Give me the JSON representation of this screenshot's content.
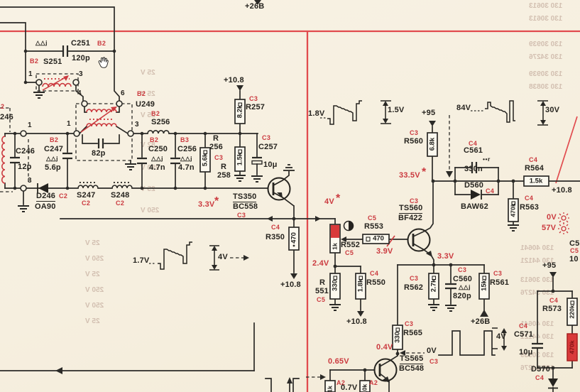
{
  "title": "TV chassis service schematic (scanned page detail)",
  "c": {
    "C251": {
      "ref": "C251",
      "zone": "B2",
      "value": "120p",
      "tol": "△△j"
    },
    "S251": {
      "ref": "S251",
      "zone": "B2"
    },
    "U249": {
      "ref": "U249",
      "zone": "B2",
      "cap": "82p"
    },
    "S256": {
      "ref": "S256",
      "zone": "B2"
    },
    "C250": {
      "ref": "C250",
      "zone": "B2",
      "value": "4.7n",
      "tol": "△△j"
    },
    "C256": {
      "ref": "C256",
      "zone": "B3",
      "value": "4.7n",
      "tol": "△△j"
    },
    "R256": {
      "ref": "R",
      "num": "256",
      "zone": "C3",
      "value": "5.6k"
    },
    "R257": {
      "ref": "R257",
      "zone": "C3",
      "value": "8.2k"
    },
    "R258": {
      "ref": "R",
      "num": "258",
      "value": "1.5k"
    },
    "C257": {
      "ref": "C257",
      "zone": "C3",
      "value": "10μ"
    },
    "C246": {
      "ref": "C246",
      "value": "12p"
    },
    "C247": {
      "ref": "C247",
      "zone": "B2",
      "value": "5.6p",
      "tol": "△△j"
    },
    "D246": {
      "ref": "D246",
      "zone": "C2",
      "type": "OA90"
    },
    "S247": {
      "ref": "S247",
      "zone": "C2"
    },
    "S248": {
      "ref": "S248",
      "zone": "C2"
    },
    "TS350": {
      "ref": "TS350",
      "zone": "C3",
      "type": "BC558"
    },
    "R350": {
      "ref": "R350",
      "zone": "C4",
      "value": "470"
    },
    "R552": {
      "ref": "R552",
      "zone": "C5",
      "value": "1k"
    },
    "R553": {
      "ref": "R553",
      "zone": "C5",
      "value": "470"
    },
    "R551": {
      "ref": "R",
      "num": "551",
      "zone": "C5",
      "value": "330"
    },
    "R550": {
      "ref": "R550",
      "zone": "C4",
      "value": "1.8k"
    },
    "R560": {
      "ref": "R560",
      "zone": "C3",
      "value": "6.8k"
    },
    "TS560": {
      "ref": "TS560",
      "zone": "C3",
      "type": "BF422"
    },
    "C561": {
      "ref": "C561",
      "zone": "C4",
      "value": "330n",
      "tol": "••r"
    },
    "D560": {
      "ref": "D560",
      "zone": "C4",
      "type": "BAW62"
    },
    "R564": {
      "ref": "R564",
      "zone": "C4",
      "value": "1.5k"
    },
    "R563": {
      "ref": "R563",
      "zone": "C4",
      "value": "470k"
    },
    "R562": {
      "ref": "R562",
      "zone": "C3",
      "value": "2.7k"
    },
    "C560": {
      "ref": "C560",
      "zone": "C3",
      "value": "820p",
      "tol": "△△j"
    },
    "R561": {
      "ref": "R561",
      "zone": "C3",
      "value": "15k"
    },
    "R565": {
      "ref": "R565",
      "zone": "C3",
      "value": "330"
    },
    "TS565": {
      "ref": "TS565",
      "zone": "C3",
      "type": "BC548"
    },
    "R573": {
      "ref": "R573",
      "zone": "C4",
      "value": "220k"
    },
    "R570": {
      "value": "470k"
    },
    "C571": {
      "ref": "C571",
      "zone": "C4",
      "value": "10μ"
    },
    "D570": {
      "ref": "D570",
      "zone": "C4"
    },
    "RA1": {
      "zone": "A2",
      "value": "1k"
    },
    "RA2": {
      "zone": "A2",
      "value": "10k"
    }
  },
  "p": {
    "s251": [
      "1",
      "3"
    ],
    "u249t": [
      "4",
      "6"
    ],
    "u249b": [
      "1",
      "3"
    ],
    "left": [
      "1",
      "3"
    ]
  },
  "s": {
    "v108": "+10.8",
    "v26b": "+26B",
    "v95": "+95"
  },
  "v": {
    "v33": "3.3V",
    "v4": "4V",
    "v24": "2.4V",
    "v39": "3.9V",
    "v335": "33.5V",
    "v04": "0.4V",
    "v065": "0.65V",
    "v0": "0V",
    "v57": "57V"
  },
  "w": {
    "w1l": "1.8V",
    "w1a": "1.5V",
    "w2l": "84V",
    "w2a": "30V",
    "w3l": "1.7V",
    "w3a": "4V",
    "w4a": "4V",
    "w5l": "0.7V"
  },
  "t": {
    "star": "*"
  },
  "cut": {
    "zone2": "2",
    "n246": "246",
    "c5": "C5",
    "c5z": "C5",
    "c10": "10"
  },
  "colors": {
    "schematic_red": "#cb3a3f",
    "grid_red": "#e14b4e",
    "highlight_red": "#d93a3a",
    "ink": "#26241f",
    "paper": "#f6efdf"
  },
  "bleed": {
    "tr": [
      "130 30613",
      "130 30613",
      "130 30939",
      "130 34276",
      "130 30939",
      "130 30838"
    ],
    "br": [
      "130 40641",
      "130 44121",
      "130 30613",
      "130 34276",
      "130 40641",
      "130 44121",
      "130 30939",
      "130 34276"
    ],
    "lm": [
      "25 V",
      "25 V",
      "25 V",
      "82 V",
      "250 V",
      "25 V",
      "250 V"
    ],
    "bl": [
      "25 V",
      "250 V",
      "25 V",
      "250 V",
      "250 V",
      "25 V"
    ]
  }
}
